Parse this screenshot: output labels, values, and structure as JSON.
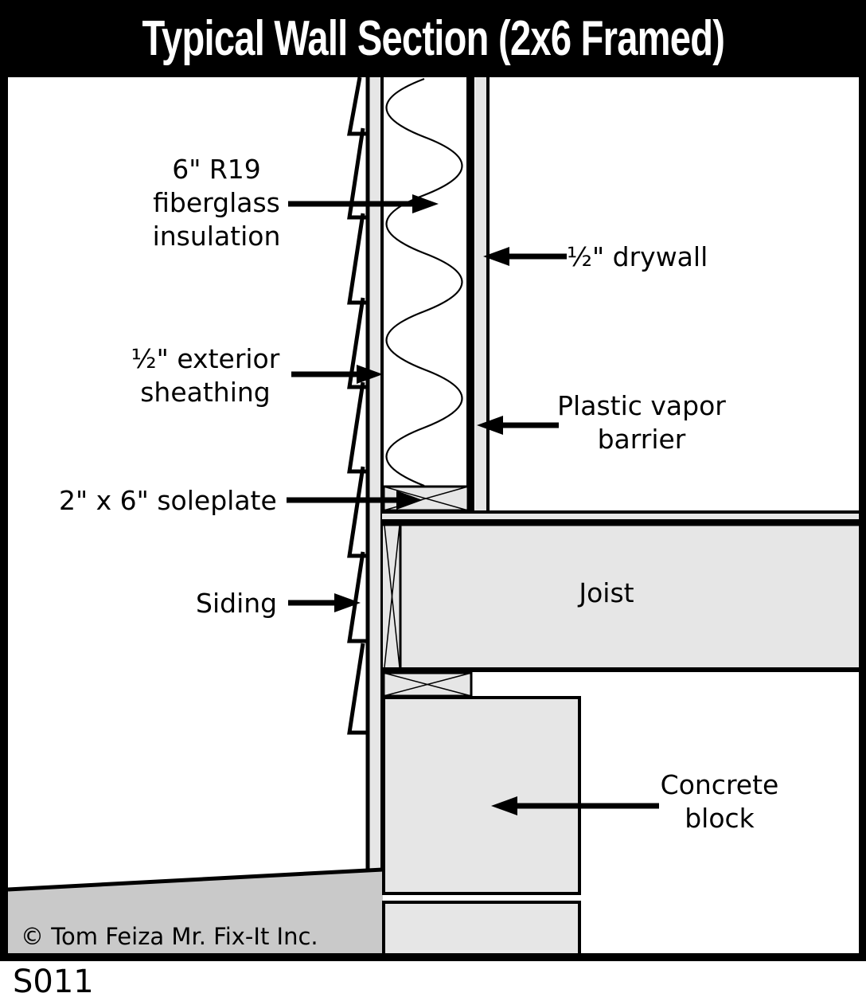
{
  "title": "Typical Wall Section (2x6 Framed)",
  "callouts": {
    "insulation": {
      "lines": [
        "6\" R19",
        "fiberglass",
        "insulation"
      ]
    },
    "drywall": {
      "lines": [
        "½\" drywall"
      ]
    },
    "sheathing": {
      "lines": [
        "½\" exterior",
        "sheathing"
      ]
    },
    "vapor_barrier": {
      "lines": [
        "Plastic vapor",
        "barrier"
      ]
    },
    "soleplate": {
      "lines": [
        "2\" x 6\" soleplate"
      ]
    },
    "siding": {
      "lines": [
        "Siding"
      ]
    },
    "joist": {
      "lines": [
        "Joist"
      ]
    },
    "concrete_block": {
      "lines": [
        "Concrete",
        "block"
      ]
    }
  },
  "footer": {
    "copyright": "© Tom Feiza Mr. Fix-It Inc.",
    "code": "S011"
  },
  "colors": {
    "banner_bg": "#000000",
    "banner_text": "#ffffff",
    "line": "#000000",
    "material_fill": "#e6e6e6",
    "grade_fill": "#c9c9c9",
    "background": "#ffffff"
  }
}
